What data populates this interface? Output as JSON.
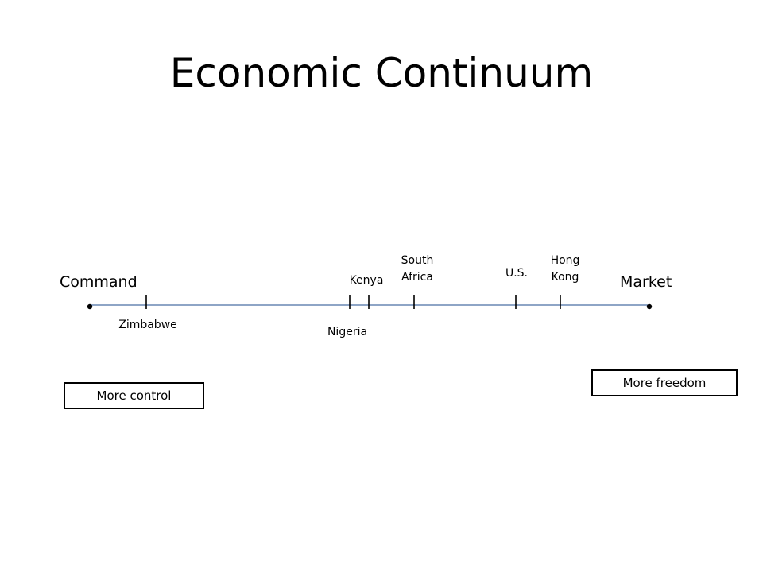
{
  "slide": {
    "title": "Economic Continuum"
  },
  "continuum": {
    "left_end": "Command",
    "right_end": "Market",
    "line_color": "#4a6fa5",
    "markers": [
      {
        "id": "zimbabwe",
        "lines": [
          "Zimbabwe"
        ],
        "label_side": "below"
      },
      {
        "id": "nigeria",
        "lines": [
          "Nigeria"
        ],
        "label_side": "below"
      },
      {
        "id": "kenya",
        "lines": [
          "Kenya"
        ],
        "label_side": "above"
      },
      {
        "id": "south-africa",
        "lines": [
          "South",
          "Africa"
        ],
        "label_side": "above"
      },
      {
        "id": "us",
        "lines": [
          "U.S."
        ],
        "label_side": "above"
      },
      {
        "id": "hong-kong",
        "lines": [
          "Hong",
          "Kong"
        ],
        "label_side": "above"
      }
    ]
  },
  "callouts": {
    "control": "More control",
    "freedom": "More freedom"
  }
}
